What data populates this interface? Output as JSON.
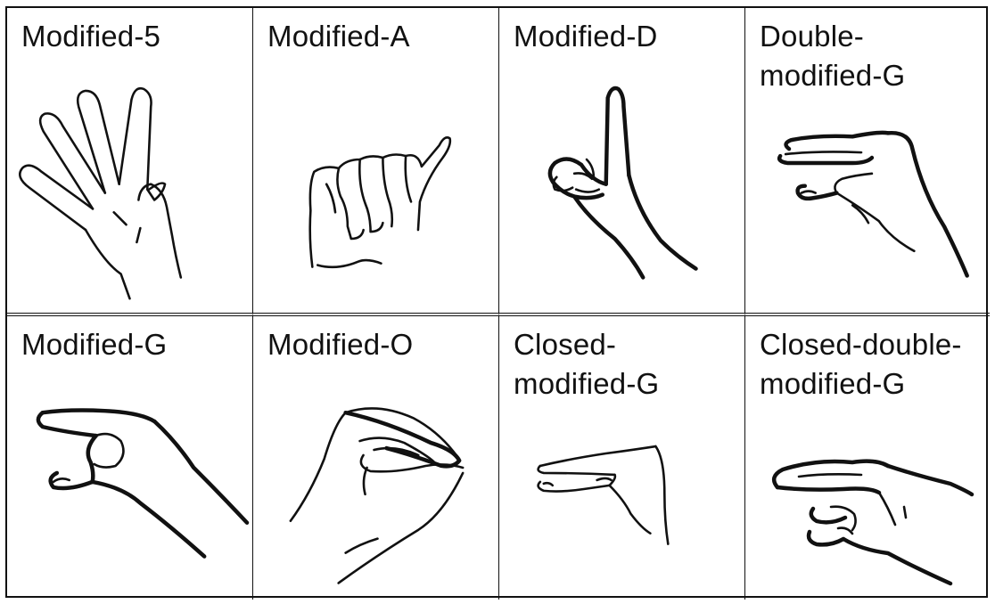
{
  "cells": [
    {
      "label": "Modified-5"
    },
    {
      "label": "Modified-A"
    },
    {
      "label": "Modified-D"
    },
    {
      "label": "Double-\nmodified-G"
    },
    {
      "label": "Modified-G"
    },
    {
      "label": "Modified-O"
    },
    {
      "label": "Closed-\nmodified-G"
    },
    {
      "label": "Closed-double-\nmodified-G"
    }
  ]
}
